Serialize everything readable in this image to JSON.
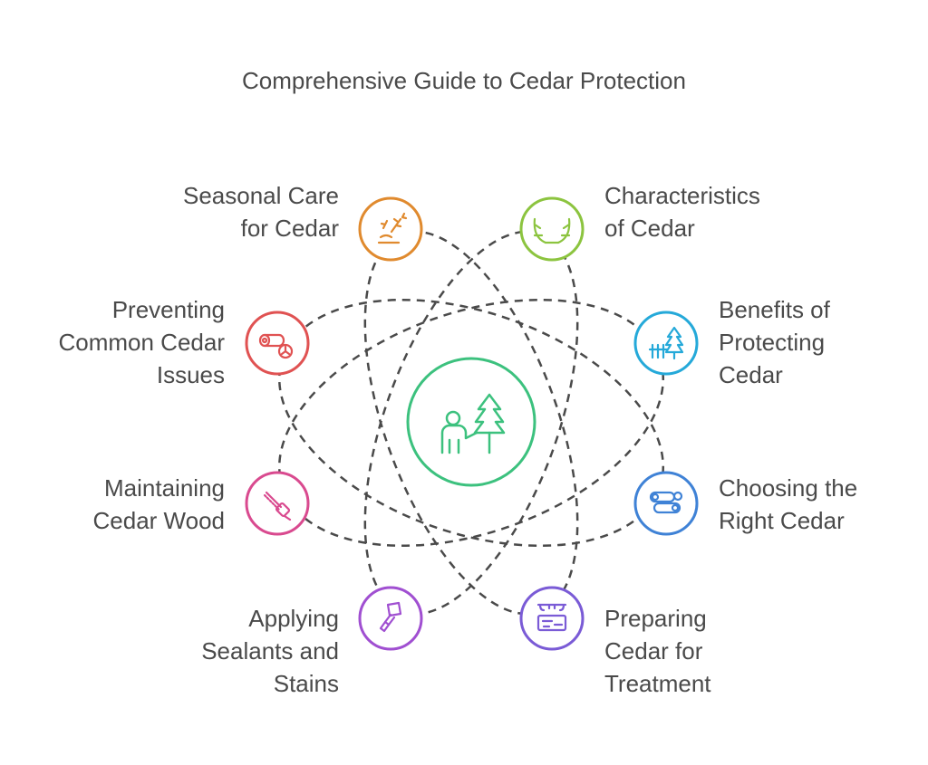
{
  "title": "Comprehensive Guide to Cedar Protection",
  "center": {
    "icon": "person-planting-tree-icon",
    "color": "#3cc17e"
  },
  "nodes": [
    {
      "id": "seasonal-care",
      "lines": [
        "Seasonal Care",
        "for Cedar"
      ],
      "icon": "seasonal-plant-icon",
      "color": "#e08a2e"
    },
    {
      "id": "characteristics",
      "lines": [
        "Characteristics",
        "of Cedar"
      ],
      "icon": "antlers-icon",
      "color": "#8cc43f"
    },
    {
      "id": "benefits",
      "lines": [
        "Benefits of",
        "Protecting",
        "Cedar"
      ],
      "icon": "tree-fence-icon",
      "color": "#25a9d9"
    },
    {
      "id": "choosing",
      "lines": [
        "Choosing the",
        "Right Cedar"
      ],
      "icon": "logs-icon",
      "color": "#3f82d6"
    },
    {
      "id": "preparing",
      "lines": [
        "Preparing",
        "Cedar for",
        "Treatment"
      ],
      "icon": "wood-plank-icon",
      "color": "#7a5bd6"
    },
    {
      "id": "applying",
      "lines": [
        "Applying",
        "Sealants and",
        "Stains"
      ],
      "icon": "scraper-icon",
      "color": "#a04fd1"
    },
    {
      "id": "maintaining",
      "lines": [
        "Maintaining",
        "Cedar Wood"
      ],
      "icon": "chainsaw-icon",
      "color": "#d94a8f"
    },
    {
      "id": "preventing",
      "lines": [
        "Preventing",
        "Common Cedar",
        "Issues"
      ],
      "icon": "log-hazard-icon",
      "color": "#e05252"
    }
  ]
}
